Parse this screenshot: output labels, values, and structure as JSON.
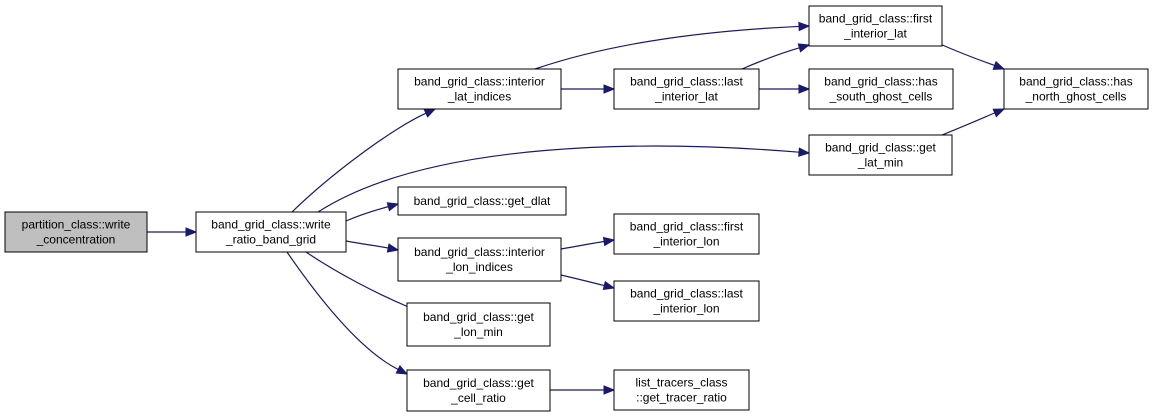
{
  "graph": {
    "edge_color": "#191970",
    "root_fill": "#bfbfbf",
    "nodes": [
      {
        "id": "write_concentration",
        "lines": [
          "partition_class::write",
          "_concentration"
        ],
        "root": true
      },
      {
        "id": "write_ratio_band_grid",
        "lines": [
          "band_grid_class::write",
          "_ratio_band_grid"
        ]
      },
      {
        "id": "interior_lat_indices",
        "lines": [
          "band_grid_class::interior",
          "_lat_indices"
        ]
      },
      {
        "id": "last_interior_lat",
        "lines": [
          "band_grid_class::last",
          "_interior_lat"
        ]
      },
      {
        "id": "first_interior_lat",
        "lines": [
          "band_grid_class::first",
          "_interior_lat"
        ]
      },
      {
        "id": "has_south_ghost_cells",
        "lines": [
          "band_grid_class::has",
          "_south_ghost_cells"
        ]
      },
      {
        "id": "has_north_ghost_cells",
        "lines": [
          "band_grid_class::has",
          "_north_ghost_cells"
        ]
      },
      {
        "id": "get_lat_min",
        "lines": [
          "band_grid_class::get",
          "_lat_min"
        ]
      },
      {
        "id": "get_dlat",
        "lines": [
          "band_grid_class::get_dlat"
        ]
      },
      {
        "id": "interior_lon_indices",
        "lines": [
          "band_grid_class::interior",
          "_lon_indices"
        ]
      },
      {
        "id": "first_interior_lon",
        "lines": [
          "band_grid_class::first",
          "_interior_lon"
        ]
      },
      {
        "id": "last_interior_lon",
        "lines": [
          "band_grid_class::last",
          "_interior_lon"
        ]
      },
      {
        "id": "get_lon_min",
        "lines": [
          "band_grid_class::get",
          "_lon_min"
        ]
      },
      {
        "id": "get_cell_ratio",
        "lines": [
          "band_grid_class::get",
          "_cell_ratio"
        ]
      },
      {
        "id": "get_tracer_ratio",
        "lines": [
          "list_tracers_class",
          "::get_tracer_ratio"
        ]
      }
    ],
    "edges": [
      {
        "from": "write_concentration",
        "to": "write_ratio_band_grid"
      },
      {
        "from": "write_ratio_band_grid",
        "to": "interior_lat_indices"
      },
      {
        "from": "write_ratio_band_grid",
        "to": "get_lat_min"
      },
      {
        "from": "write_ratio_band_grid",
        "to": "get_dlat"
      },
      {
        "from": "write_ratio_band_grid",
        "to": "interior_lon_indices"
      },
      {
        "from": "write_ratio_band_grid",
        "to": "get_lon_min"
      },
      {
        "from": "write_ratio_band_grid",
        "to": "get_cell_ratio"
      },
      {
        "from": "interior_lat_indices",
        "to": "first_interior_lat"
      },
      {
        "from": "interior_lat_indices",
        "to": "last_interior_lat"
      },
      {
        "from": "last_interior_lat",
        "to": "first_interior_lat"
      },
      {
        "from": "last_interior_lat",
        "to": "has_south_ghost_cells"
      },
      {
        "from": "first_interior_lat",
        "to": "has_north_ghost_cells"
      },
      {
        "from": "get_lat_min",
        "to": "has_north_ghost_cells"
      },
      {
        "from": "interior_lon_indices",
        "to": "first_interior_lon"
      },
      {
        "from": "interior_lon_indices",
        "to": "last_interior_lon"
      },
      {
        "from": "get_cell_ratio",
        "to": "get_tracer_ratio"
      }
    ]
  }
}
